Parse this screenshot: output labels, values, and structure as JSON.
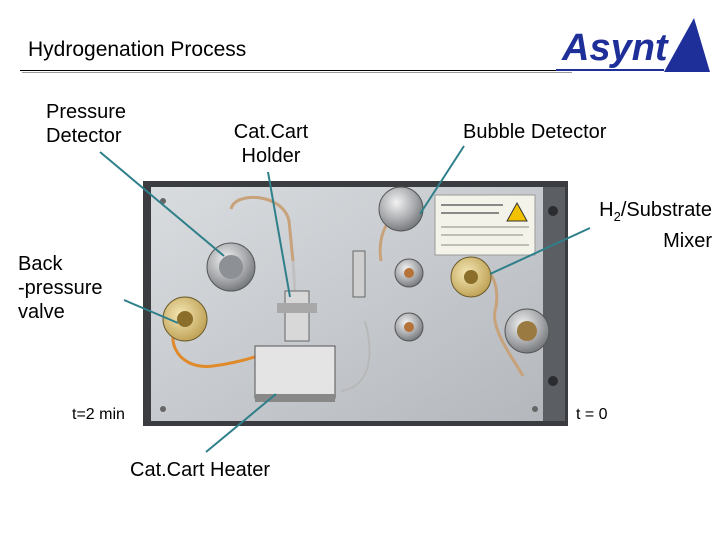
{
  "header": {
    "title": "Hydrogenation Process",
    "logo_text": "Asynt",
    "brand_color": "#1f2f9a"
  },
  "labels": {
    "pressure_detector": [
      "Pressure",
      "Detector"
    ],
    "catcart_holder": [
      "Cat.Cart",
      "Holder"
    ],
    "bubble_detector": "Bubble Detector",
    "mixer_prefix": "H",
    "mixer_subscript": "2",
    "mixer_rest": "/Substrate",
    "mixer_line2": "Mixer",
    "back_pressure": [
      "Back",
      "-pressure",
      "valve"
    ],
    "time_left": "t=2 min",
    "time_right": "t = 0",
    "catcart_heater": "Cat.Cart Heater"
  },
  "colors": {
    "pointer": "#2f7f8a",
    "orange_tube": "#e08a2a",
    "panel": "#cfd2d6"
  }
}
